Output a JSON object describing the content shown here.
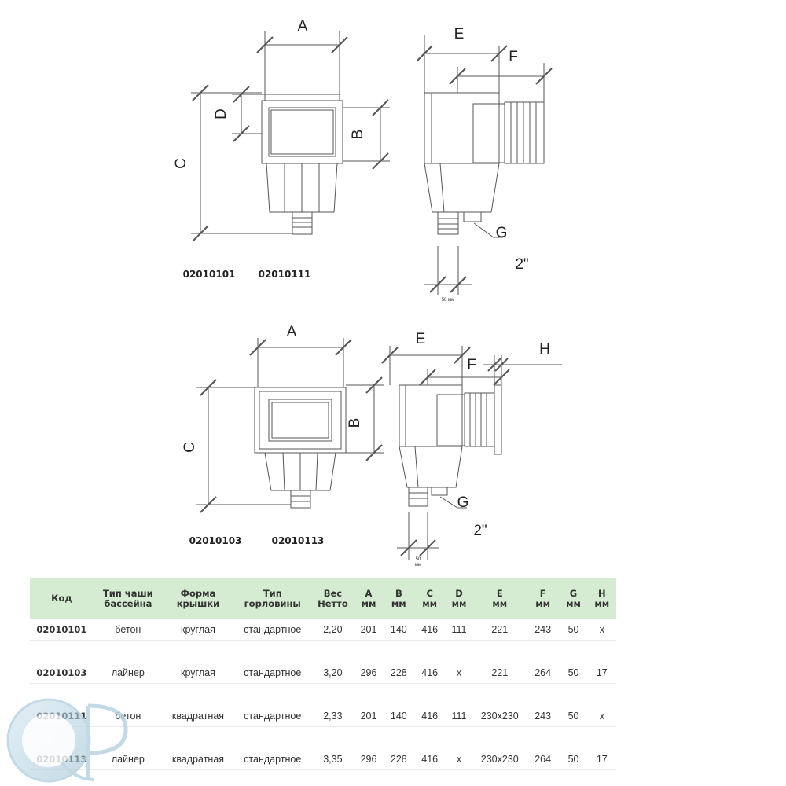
{
  "diagram": {
    "labels": {
      "a": "A",
      "b": "B",
      "c": "C",
      "d": "D",
      "e": "E",
      "f": "F",
      "g": "G",
      "h": "H",
      "thread": "2\"",
      "offset": "50 мм",
      "offset_line1": "50",
      "offset_line2": "мм"
    },
    "model_codes": [
      "02010101",
      "02010111",
      "02010103",
      "02010113"
    ]
  },
  "table": {
    "headers": [
      [
        "Код"
      ],
      [
        "Тип чаши",
        "бассейна"
      ],
      [
        "Форма",
        "крышки"
      ],
      [
        "Тип",
        "горловины"
      ],
      [
        "Вес",
        "Нетто"
      ],
      [
        "A",
        "мм"
      ],
      [
        "B",
        "мм"
      ],
      [
        "C",
        "мм"
      ],
      [
        "D",
        "мм"
      ],
      [
        "E",
        "мм"
      ],
      [
        "F",
        "мм"
      ],
      [
        "G",
        "мм"
      ],
      [
        "H",
        "мм"
      ]
    ],
    "rows": [
      [
        "02010101",
        "бетон",
        "круглая",
        "стандартное",
        "2,20",
        "201",
        "140",
        "416",
        "111",
        "221",
        "243",
        "50",
        "x"
      ],
      [
        "02010103",
        "лайнер",
        "круглая",
        "стандартное",
        "3,20",
        "296",
        "228",
        "416",
        "x",
        "221",
        "264",
        "50",
        "17"
      ],
      [
        "02010111",
        "бетон",
        "квадратная",
        "стандартное",
        "2,33",
        "201",
        "140",
        "416",
        "111",
        "230x230",
        "243",
        "50",
        "x"
      ],
      [
        "02010113",
        "лайнер",
        "квадратная",
        "стандартное",
        "3,35",
        "296",
        "228",
        "416",
        "x",
        "230x230",
        "264",
        "50",
        "17"
      ]
    ]
  },
  "colors": {
    "header_bg": "#d6ecd2",
    "line": "#555555",
    "text": "#222222",
    "watermark": "#9fc3d6"
  }
}
